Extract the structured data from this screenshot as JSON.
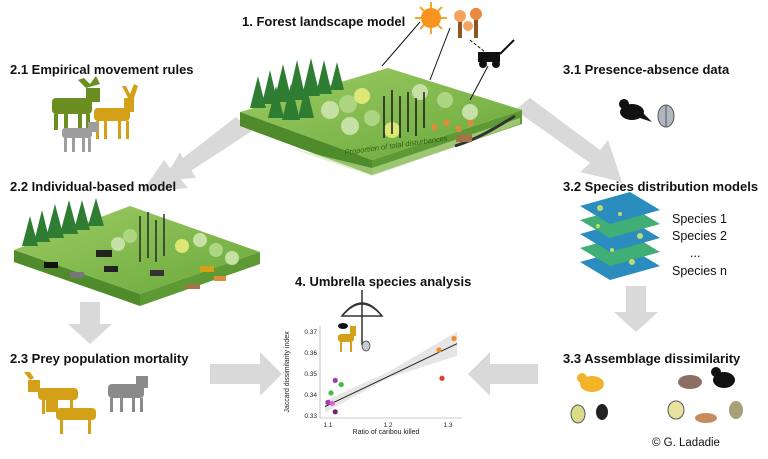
{
  "labels": {
    "forest_landscape_model": "1. Forest landscape model",
    "empirical_movement_rules": "2.1 Empirical movement rules",
    "individual_based_model": "2.2 Individual-based model",
    "prey_population_mortality": "2.3 Prey population mortality",
    "presence_absence_data": "3.1 Presence-absence data",
    "species_distribution_models": "3.2 Species distribution models",
    "assemblage_dissimilarity": "3.3 Assemblage dissimilarity",
    "umbrella_species_analysis": "4. Umbrella species analysis",
    "disturbance_caption": "Proportion of total disturbances"
  },
  "species_list": [
    "Species 1",
    "Species 2",
    "...",
    "Species n"
  ],
  "credit": "© G. Ladadie",
  "colors": {
    "arrow": "#d9d9d9",
    "ground": "#7cb342",
    "caribou": "#d4a017",
    "orange_point": "#f28c28",
    "red_point": "#e0402a",
    "green_point": "#3dbf3d",
    "purple_point": "#9b3fb0",
    "dark_purple_point": "#6a2a72"
  },
  "chart_data": {
    "type": "scatter",
    "xlabel": "Ratio of caribou killed",
    "ylabel": "Jaccard dissimilarity index",
    "xlim": [
      1.09,
      1.32
    ],
    "ylim": [
      0.33,
      0.372
    ],
    "xticks": [
      "1.1",
      "1.2",
      "1.3"
    ],
    "yticks": [
      "0.33",
      "0.34",
      "0.35",
      "0.36",
      "0.37"
    ],
    "points": [
      {
        "x": 1.31,
        "y": 0.367,
        "color": "#f28c28"
      },
      {
        "x": 1.285,
        "y": 0.3615,
        "color": "#f28c28"
      },
      {
        "x": 1.29,
        "y": 0.348,
        "color": "#e0402a"
      },
      {
        "x": 1.112,
        "y": 0.347,
        "color": "#9b3fb0"
      },
      {
        "x": 1.122,
        "y": 0.345,
        "color": "#3dbf3d"
      },
      {
        "x": 1.105,
        "y": 0.341,
        "color": "#3dbf3d"
      },
      {
        "x": 1.1,
        "y": 0.3365,
        "color": "#9b3fb0"
      },
      {
        "x": 1.107,
        "y": 0.336,
        "color": "#e066d6"
      },
      {
        "x": 1.112,
        "y": 0.332,
        "color": "#6a2a72"
      }
    ],
    "trend": {
      "x1": 1.095,
      "y1": 0.3345,
      "x2": 1.315,
      "y2": 0.3645
    },
    "ci_band": true
  }
}
